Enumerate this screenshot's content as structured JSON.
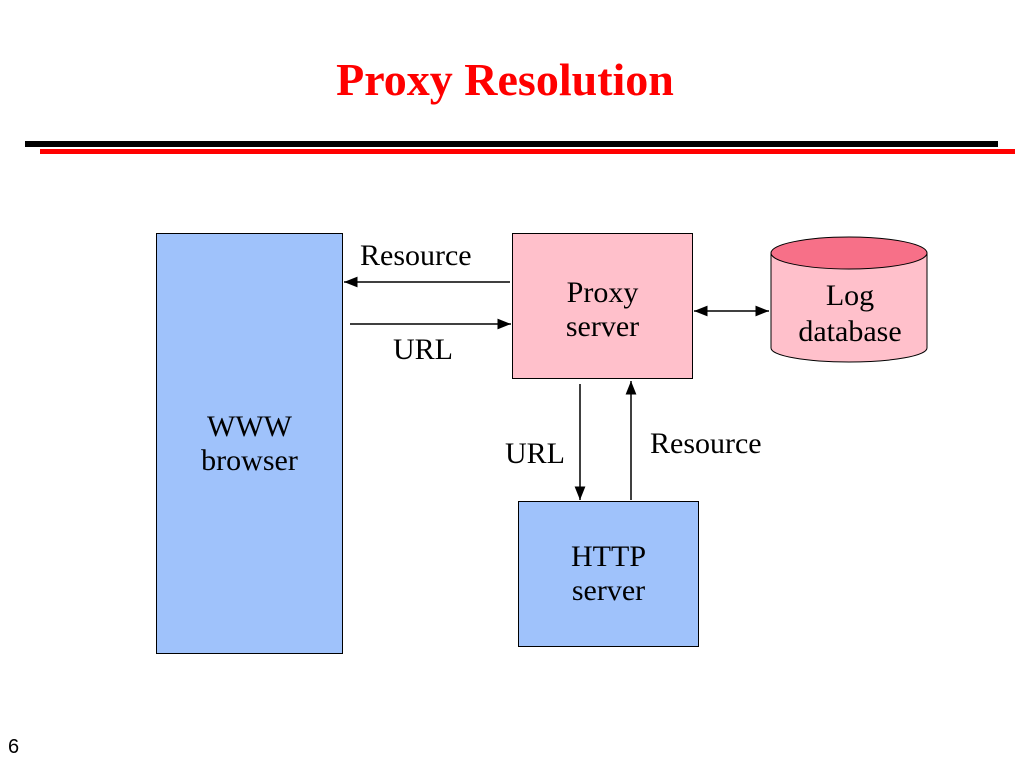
{
  "slide": {
    "title": "Proxy Resolution",
    "number": "6"
  },
  "nodes": {
    "browser": {
      "line1": "WWW",
      "line2": "browser",
      "fill": "#9fc2fb"
    },
    "proxy": {
      "line1": "Proxy",
      "line2": "server",
      "fill": "#ffc0cb"
    },
    "http": {
      "line1": "HTTP",
      "line2": "server",
      "fill": "#9fc2fb"
    },
    "log_db": {
      "line1": "Log",
      "line2": "database",
      "fill": "#ffc0cb",
      "top_fill": "#f77088"
    }
  },
  "edges": {
    "proxy_to_browser": "Resource",
    "browser_to_proxy": "URL",
    "proxy_to_http": "URL",
    "http_to_proxy": "Resource"
  },
  "colors": {
    "title": "#ff0000",
    "rule_black": "#000000",
    "rule_red": "#ff0000"
  }
}
